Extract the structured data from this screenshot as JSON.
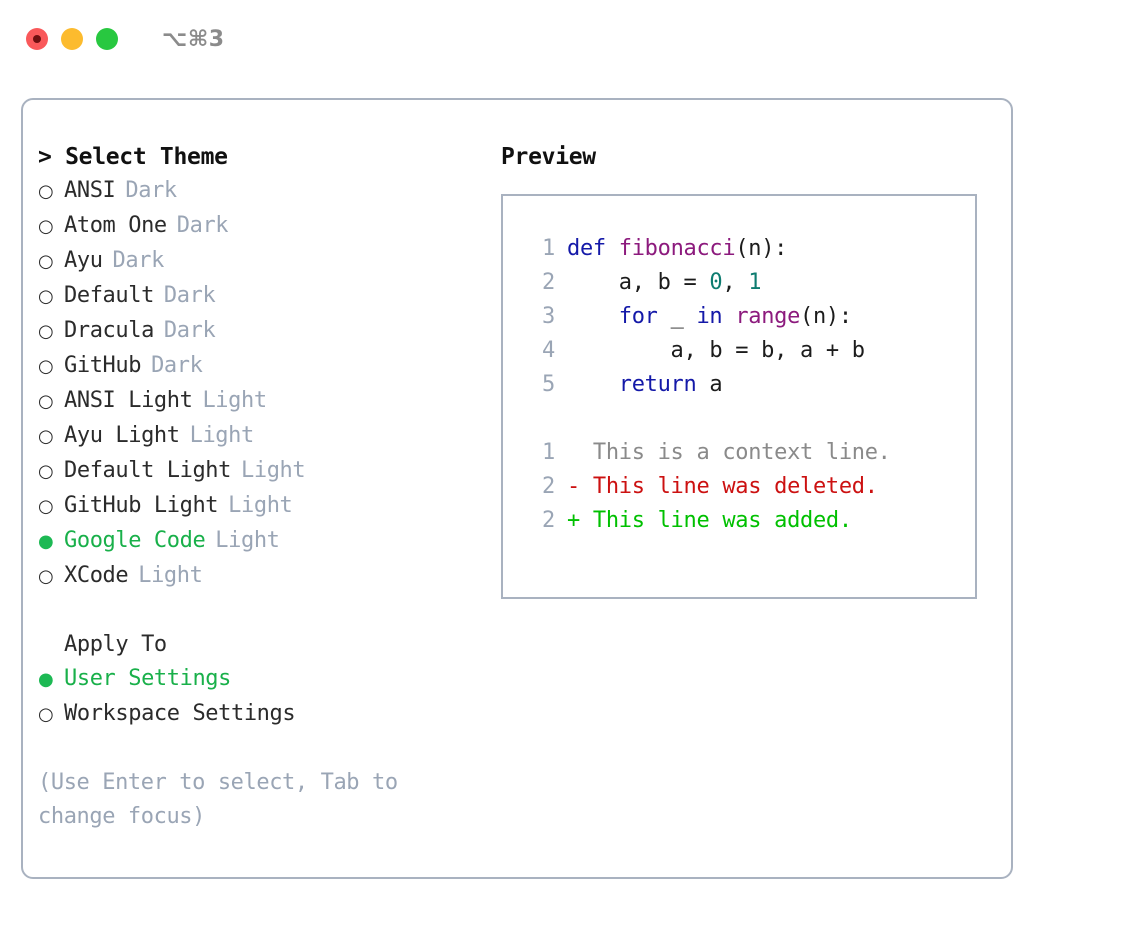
{
  "titlebar": {
    "shortcut": "⌥⌘3",
    "buttons": [
      {
        "name": "close",
        "color": "#f9585a"
      },
      {
        "name": "minimize",
        "color": "#fcbb2e"
      },
      {
        "name": "maximize",
        "color": "#28c840"
      }
    ]
  },
  "theme_picker": {
    "header": "> Select Theme",
    "items": [
      {
        "marker": "○",
        "name": "ANSI",
        "kind": "Dark",
        "selected": false
      },
      {
        "marker": "○",
        "name": "Atom One",
        "kind": "Dark",
        "selected": false
      },
      {
        "marker": "○",
        "name": "Ayu",
        "kind": "Dark",
        "selected": false
      },
      {
        "marker": "○",
        "name": "Default",
        "kind": "Dark",
        "selected": false
      },
      {
        "marker": "○",
        "name": "Dracula",
        "kind": "Dark",
        "selected": false
      },
      {
        "marker": "○",
        "name": "GitHub",
        "kind": "Dark",
        "selected": false
      },
      {
        "marker": "○",
        "name": "ANSI Light",
        "kind": "Light",
        "selected": false
      },
      {
        "marker": "○",
        "name": "Ayu Light",
        "kind": "Light",
        "selected": false
      },
      {
        "marker": "○",
        "name": "Default Light",
        "kind": "Light",
        "selected": false
      },
      {
        "marker": "○",
        "name": "GitHub Light",
        "kind": "Light",
        "selected": false
      },
      {
        "marker": "●",
        "name": "Google Code",
        "kind": "Light",
        "selected": true
      },
      {
        "marker": "○",
        "name": "XCode",
        "kind": "Light",
        "selected": false
      }
    ]
  },
  "apply_to": {
    "label": "Apply To",
    "options": [
      {
        "marker": "●",
        "name": "User Settings",
        "selected": true
      },
      {
        "marker": "○",
        "name": "Workspace Settings",
        "selected": false
      }
    ]
  },
  "hint": "(Use Enter to select, Tab to change focus)",
  "preview": {
    "title": "Preview",
    "code_lines": [
      {
        "no": "1",
        "tokens": [
          {
            "t": "def",
            "c": "kw"
          },
          {
            "t": " ",
            "c": "punct"
          },
          {
            "t": "fibonacci",
            "c": "fn"
          },
          {
            "t": "(n):",
            "c": "punct"
          }
        ]
      },
      {
        "no": "2",
        "tokens": [
          {
            "t": "    a, b = ",
            "c": "punct"
          },
          {
            "t": "0",
            "c": "num"
          },
          {
            "t": ", ",
            "c": "punct"
          },
          {
            "t": "1",
            "c": "num"
          }
        ]
      },
      {
        "no": "3",
        "tokens": [
          {
            "t": "    ",
            "c": "punct"
          },
          {
            "t": "for",
            "c": "kw"
          },
          {
            "t": " _ ",
            "c": "punct"
          },
          {
            "t": "in",
            "c": "kw"
          },
          {
            "t": " ",
            "c": "punct"
          },
          {
            "t": "range",
            "c": "fn"
          },
          {
            "t": "(n):",
            "c": "punct"
          }
        ]
      },
      {
        "no": "4",
        "tokens": [
          {
            "t": "        a, b = b, a + b",
            "c": "punct"
          }
        ]
      },
      {
        "no": "5",
        "tokens": [
          {
            "t": "    ",
            "c": "punct"
          },
          {
            "t": "return",
            "c": "kw"
          },
          {
            "t": " a",
            "c": "punct"
          }
        ]
      }
    ],
    "diff_lines": [
      {
        "no": "1",
        "sign": "  ",
        "text": "This is a context line.",
        "kind": "ctx"
      },
      {
        "no": "2",
        "sign": "- ",
        "text": "This line was deleted.",
        "kind": "del"
      },
      {
        "no": "2",
        "sign": "+ ",
        "text": "This line was added.",
        "kind": "add"
      }
    ]
  },
  "colors": {
    "accent_green": "#19b04a",
    "muted": "#9aa5b5",
    "border": "#a9b2c0",
    "keyword": "#1419a8",
    "function": "#8c1a7d",
    "number": "#0e7c70",
    "diff_add": "#00c000",
    "diff_del": "#cc1111",
    "diff_ctx": "#8a8a8a"
  }
}
